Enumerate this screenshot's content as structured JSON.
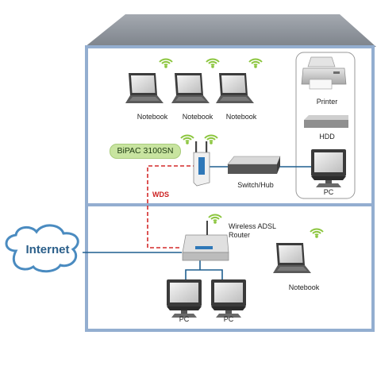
{
  "devices": {
    "notebook_1": "Notebook",
    "notebook_2": "Notebook",
    "notebook_3": "Notebook",
    "printer": "Printer",
    "hdd": "HDD",
    "pc_upstairs": "PC",
    "bipac": "BiPAC 3100SN",
    "switch_hub": "Switch/Hub",
    "router_line1": "Wireless ADSL",
    "router_line2": "Router",
    "internet": "Internet",
    "notebook_downstairs": "Notebook",
    "pc_left": "PC",
    "pc_right": "PC"
  },
  "links": {
    "wds": "WDS"
  },
  "colors": {
    "roof": "#8c9198",
    "wall": "#93aed0",
    "wds_line": "#d42a2a",
    "cable": "#1f5f8f",
    "wifi": "#8cc63f",
    "bipac_label_bg": "#c8e4a0"
  },
  "icons": [
    "notebook-icon",
    "printer-icon",
    "hdd-icon",
    "pc-icon",
    "access-point-icon",
    "switch-icon",
    "router-icon",
    "cloud-icon",
    "wifi-icon"
  ]
}
